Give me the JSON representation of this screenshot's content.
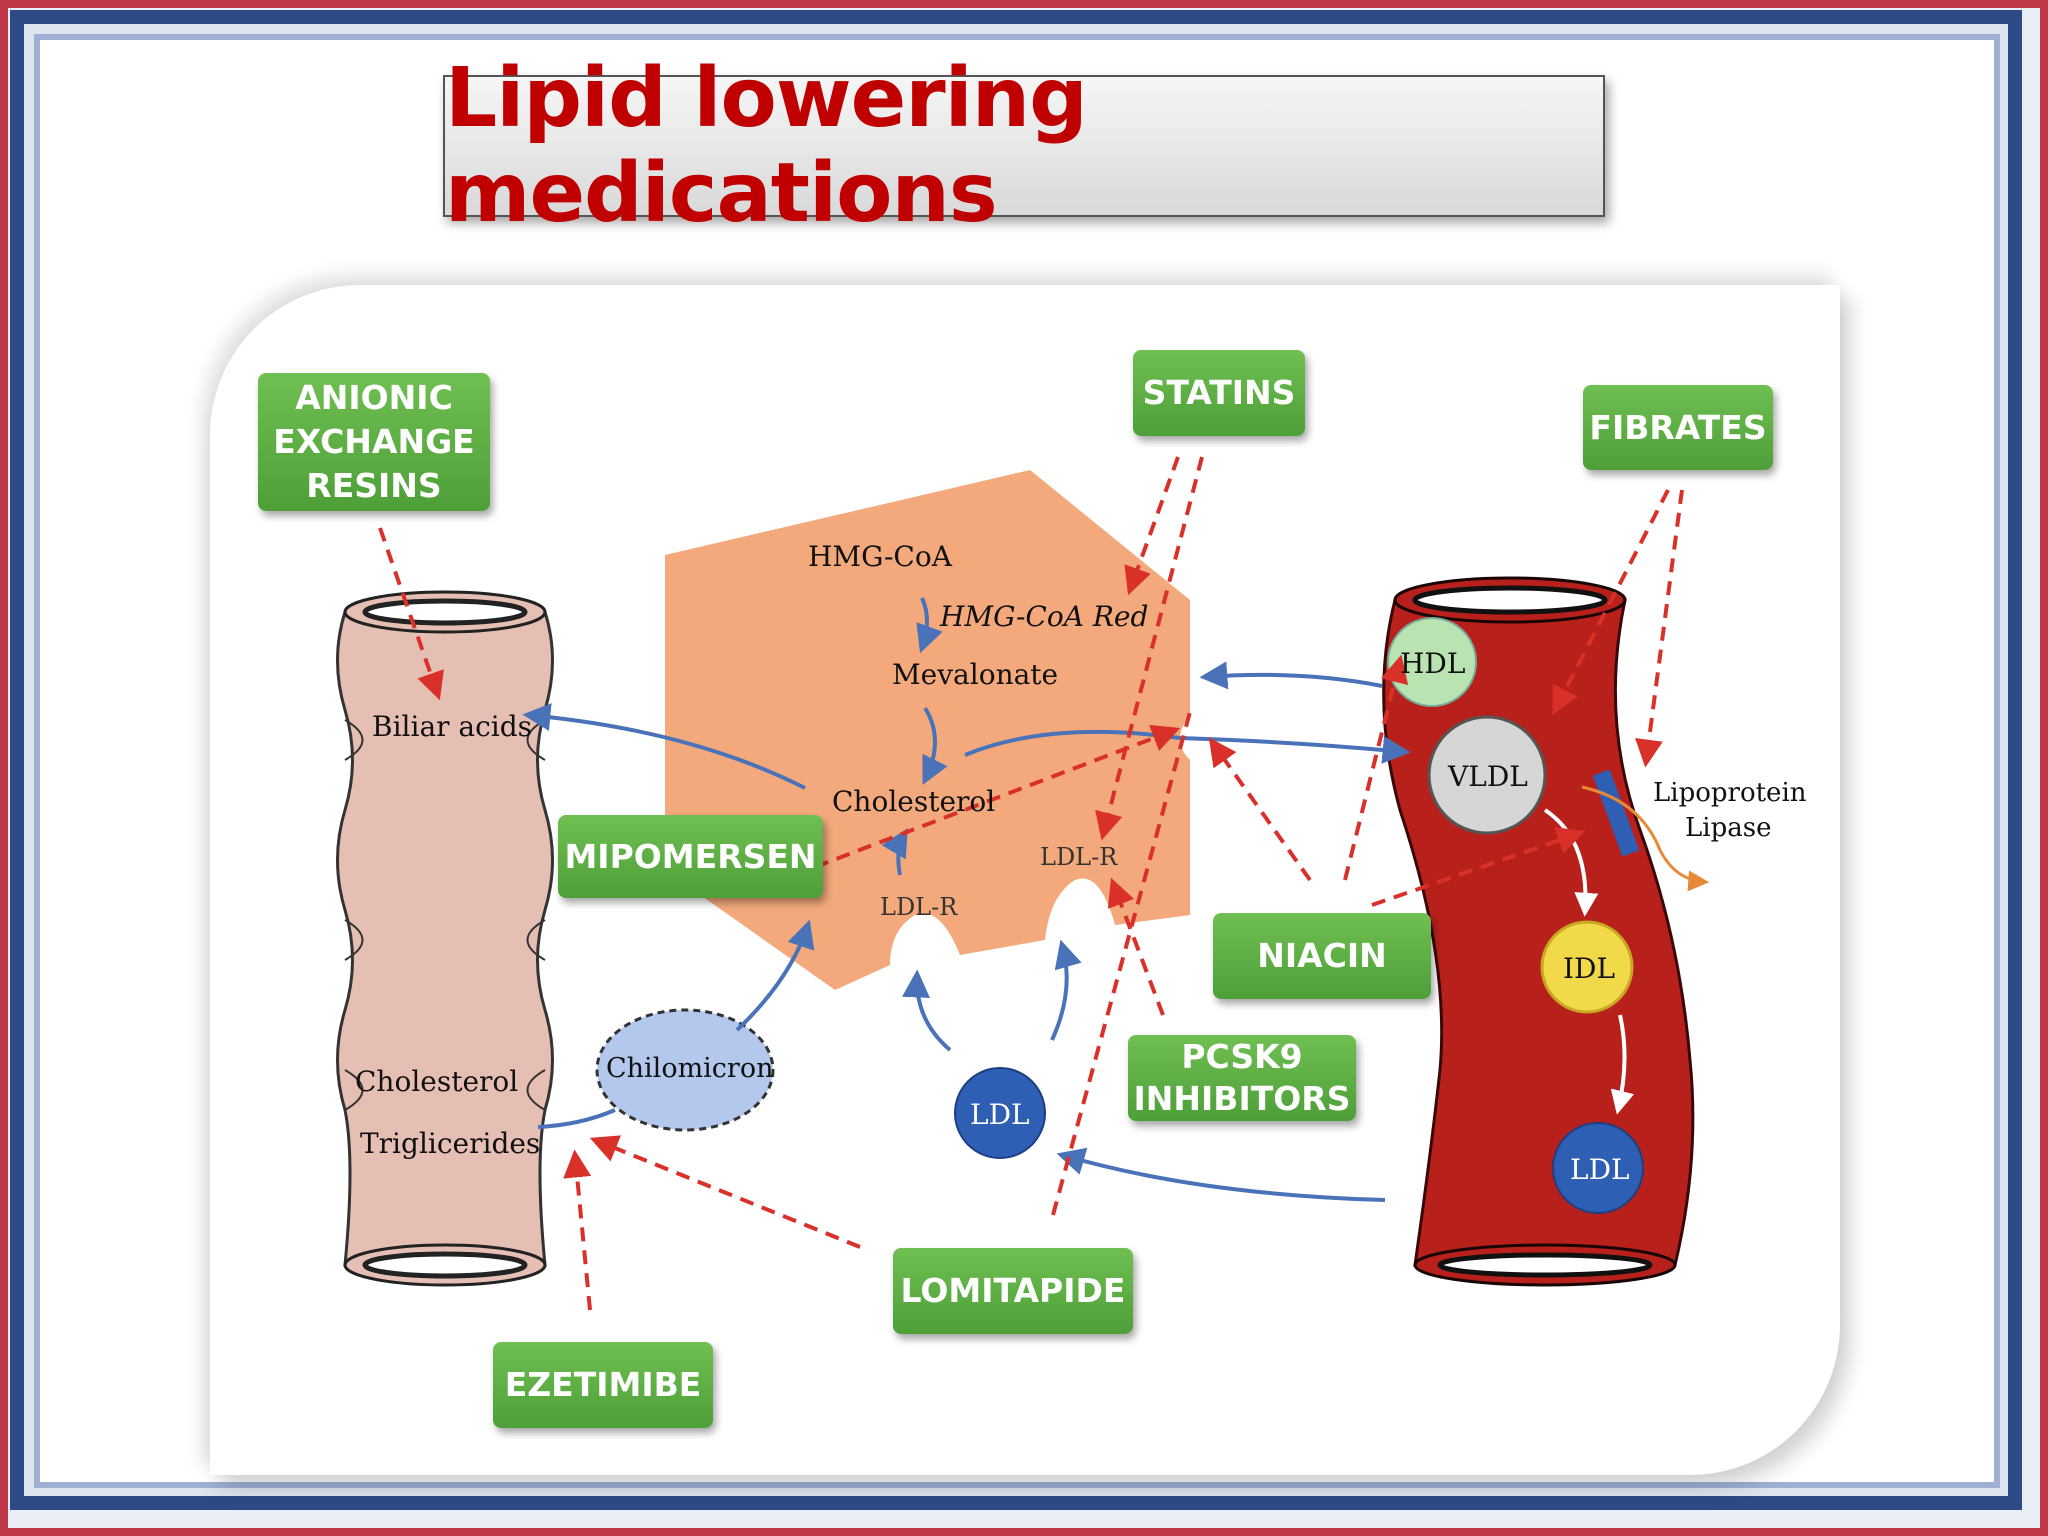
{
  "title": "Lipid lowering medications",
  "drugs": {
    "anionic": "ANIONIC\nEXCHANGE\nRESINS",
    "statins": "STATINS",
    "fibrates": "FIBRATES",
    "mipomersen": "MIPOMERSEN",
    "niacin": "NIACIN",
    "pcsk9": "PCSK9\nINHIBITORS",
    "lomitapide": "LOMITAPIDE",
    "ezetimibe": "EZETIMIBE"
  },
  "labels": {
    "hmg_coa": "HMG-CoA",
    "hmg_coa_red": "HMG-CoA Red",
    "mevalonate": "Mevalonate",
    "cholesterol_liver": "Cholesterol",
    "ldl_r_left": "LDL-R",
    "ldl_r_right": "LDL-R",
    "biliar_acids": "Biliar acids",
    "cholesterol_intestine": "Cholesterol",
    "triglicerides": "Triglicerides",
    "chilomicron": "Chilomicron",
    "ldl_free": "LDL",
    "hdl": "HDL",
    "vldl": "VLDL",
    "idl": "IDL",
    "ldl_vessel": "LDL",
    "lipoprotein": "Lipoprotein",
    "lipase": "Lipase"
  },
  "colors": {
    "title_red": "#c00000",
    "drug_green": "#5aaa3f",
    "liver": "#f4a97c",
    "intestine": "#e5bfb3",
    "vessel": "#b8201b",
    "arrow_blue": "#4a72b8",
    "arrow_red": "#d9302a"
  }
}
